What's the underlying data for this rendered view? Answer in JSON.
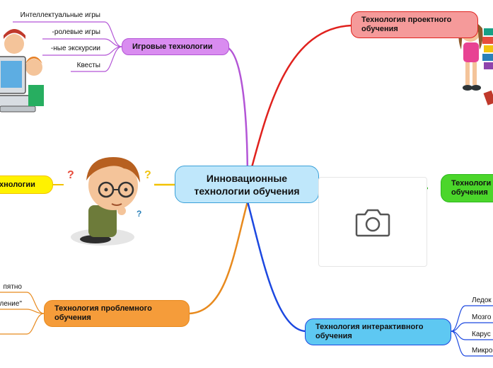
{
  "center": {
    "title_line1": "Инновационные",
    "title_line2": "технологии обучения"
  },
  "branches": {
    "game": {
      "label": "Игровые технологии",
      "color": "#b355d6",
      "fill": "#d98cf0"
    },
    "project": {
      "label_line1": "Технология проектного",
      "label_line2": "обучения",
      "color": "#e0221e",
      "fill": "#f59a9a"
    },
    "left_yellow": {
      "label": "хнологии",
      "color": "#f2c200",
      "fill": "#fff200"
    },
    "right_green": {
      "label_line1": "Технологи",
      "label_line2": "обучения",
      "color": "#2db81d",
      "fill": "#4bd62b"
    },
    "problem": {
      "label_line1": "Технология проблемного",
      "label_line2": "обучения",
      "color": "#e88a1e",
      "fill": "#f59c3a"
    },
    "interactive": {
      "label_line1": "Технология интерактивного",
      "label_line2": "обучения",
      "color": "#1c48e0",
      "fill": "#5ec8f2"
    }
  },
  "game_leaves": [
    "Интеллектуальные игры",
    "-ролевые игры",
    "-ные экскурсии",
    "Квесты"
  ],
  "problem_leaves": [
    "пятно",
    "ление\""
  ],
  "interactive_leaves": [
    "Ледок",
    "Мозго",
    "Карус",
    "Микро"
  ],
  "icons": {
    "photo": "camera-icon"
  }
}
